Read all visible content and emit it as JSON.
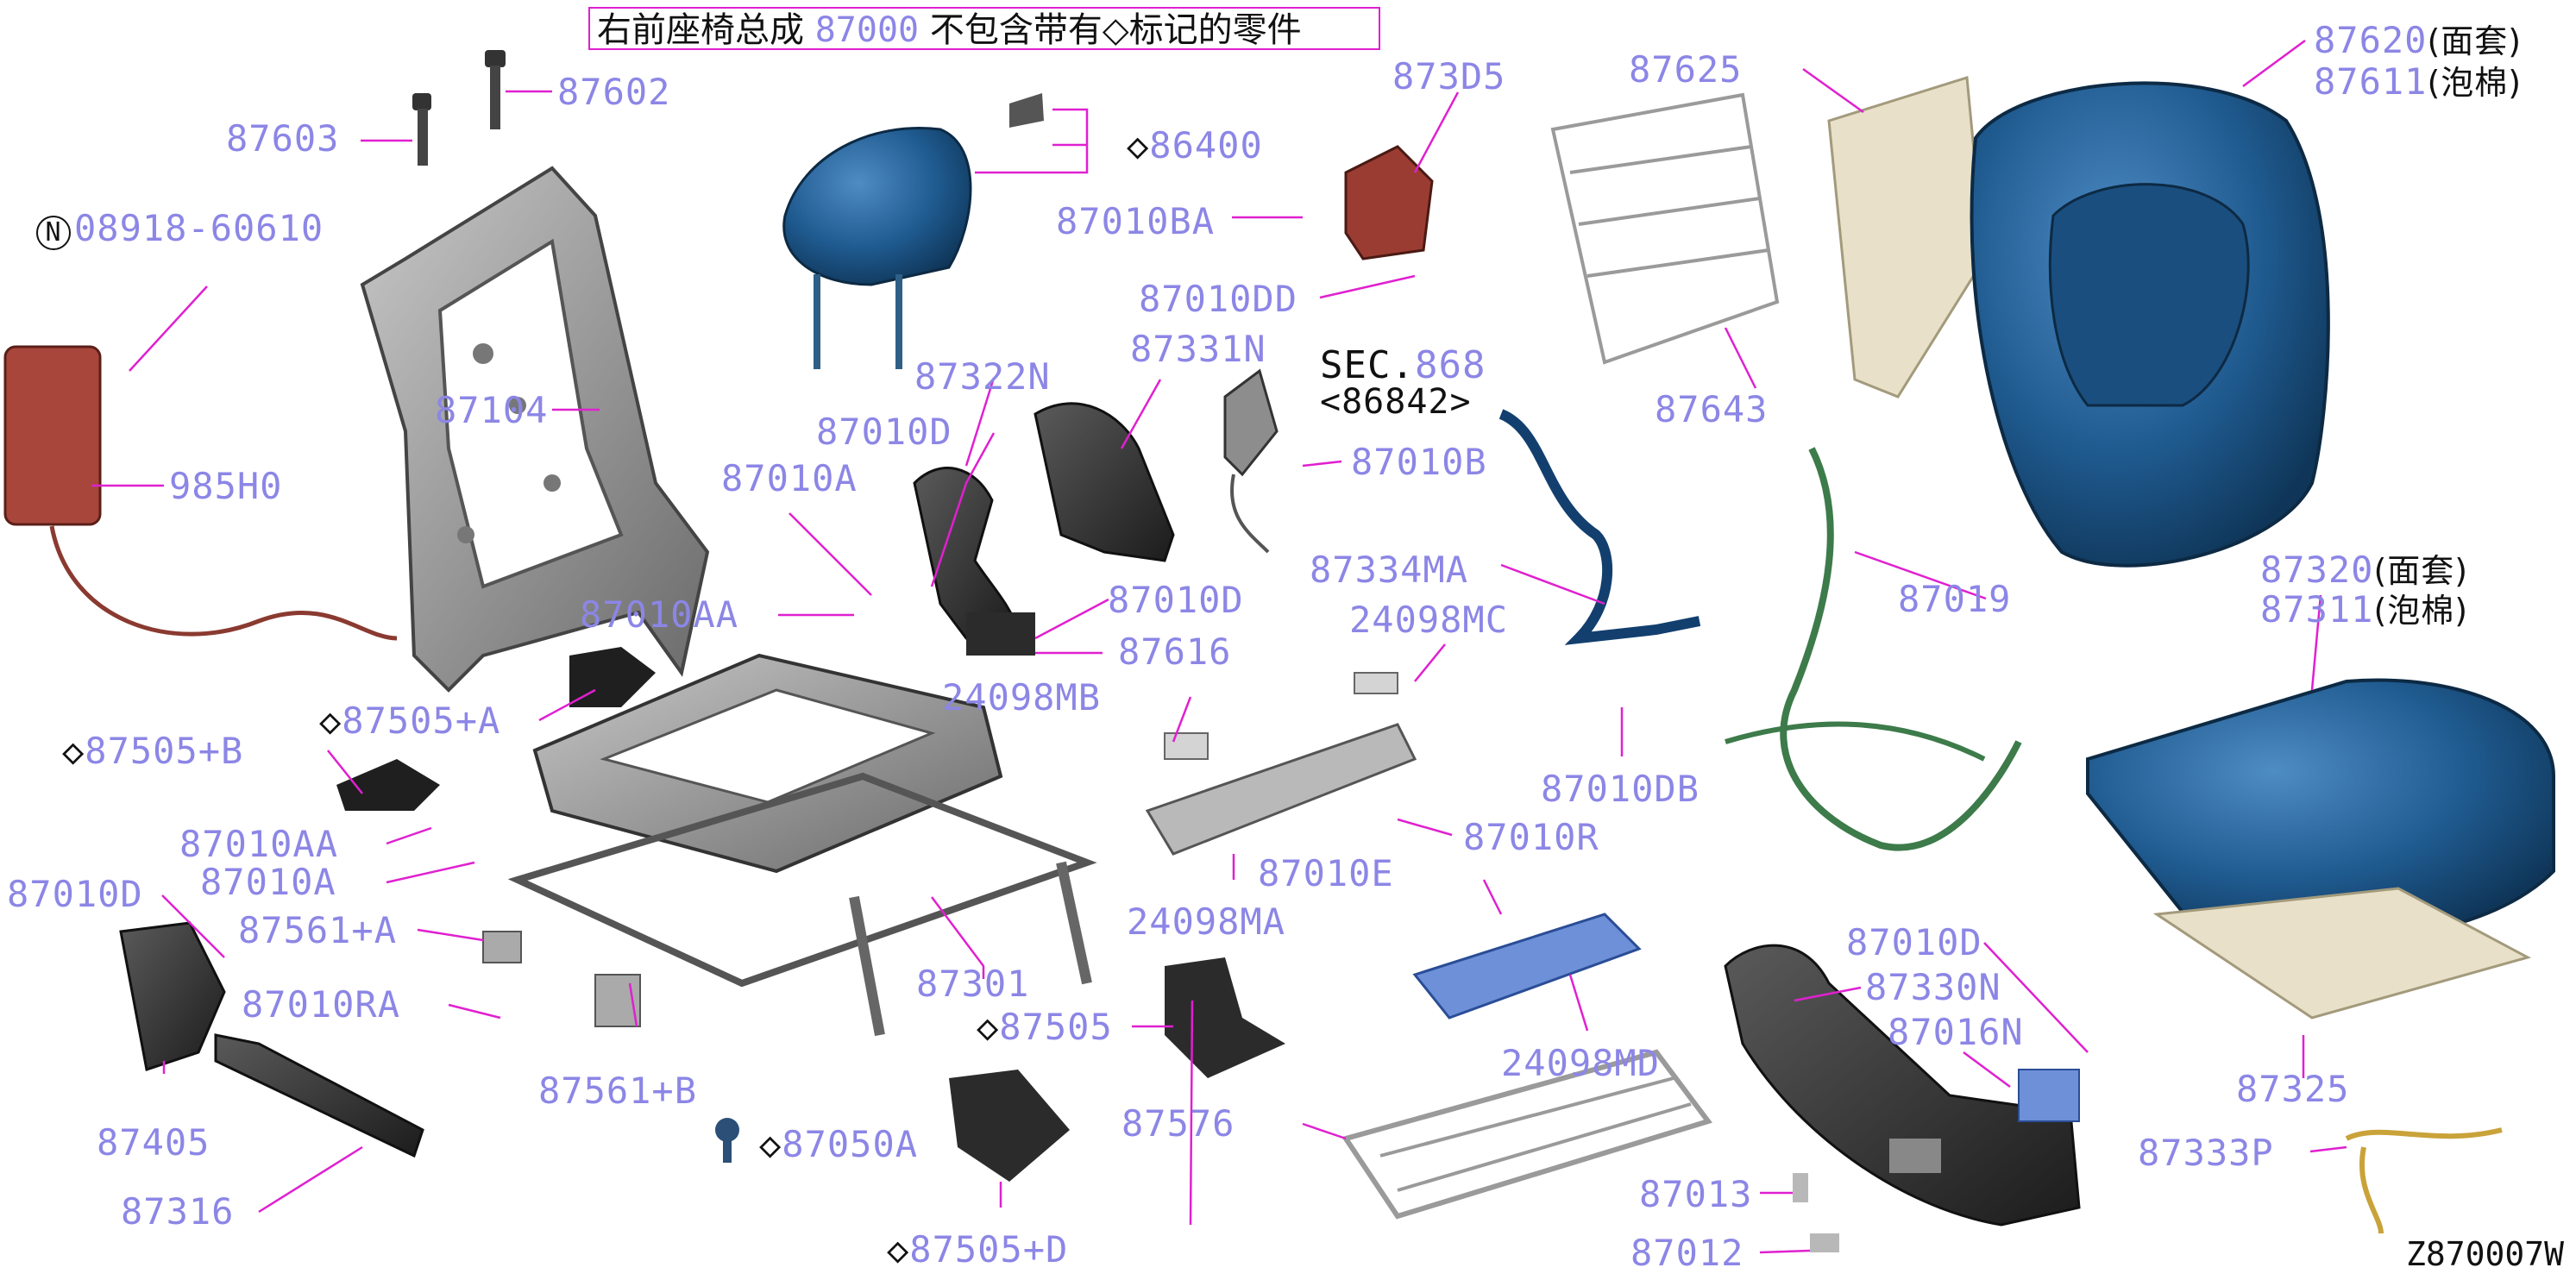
{
  "title": {
    "prefix": "右前座椅总成 ",
    "number": "87000",
    "suffix": " 不包含带有◇标记的零件"
  },
  "diagram_code": "Z870007W",
  "labels": {
    "p87603": "87603",
    "p87602": "87602",
    "p08918": "08918-60610",
    "p87104": "87104",
    "p985H0": "985H0",
    "p86400": "86400",
    "p873D5": "873D5",
    "p87010BA": "87010BA",
    "p87010DD": "87010DD",
    "p87322N": "87322N",
    "p87331N": "87331N",
    "p87010D_a": "87010D",
    "p87010A_a": "87010A",
    "sec1": "SEC.",
    "sec2": "868",
    "sec3": "<86842>",
    "p87010B": "87010B",
    "p87010AA_a": "87010AA",
    "p87010D_b": "87010D",
    "p87616": "87616",
    "p87505A": "87505+A",
    "p87505B": "87505+B",
    "p87010AA_b": "87010AA",
    "p87010A_b": "87010A",
    "p87010D_c": "87010D",
    "p87561A": "87561+A",
    "p87010RA": "87010RA",
    "p87561B": "87561+B",
    "p87405": "87405",
    "p87316": "87316",
    "p87301": "87301",
    "p87505": "87505",
    "p87050A": "87050A",
    "p87505D": "87505+D",
    "p24098MB": "24098MB",
    "p24098MA": "24098MA",
    "p87334MA": "87334MA",
    "p24098MC": "24098MC",
    "p87010DB": "87010DB",
    "p87010R": "87010R",
    "p87010E": "87010E",
    "p24098MD": "24098MD",
    "p87576": "87576",
    "p87625": "87625",
    "p87643": "87643",
    "p87620": "87620",
    "p87620s": "(面套)",
    "p87611": "87611",
    "p87611s": "(泡棉)",
    "p87019": "87019",
    "p87320": "87320",
    "p87320s": "(面套)",
    "p87311": "87311",
    "p87311s": "(泡棉)",
    "p87325": "87325",
    "p87010D_d": "87010D",
    "p87330N": "87330N",
    "p87016N": "87016N",
    "p87333P": "87333P",
    "p87013": "87013",
    "p87012": "87012"
  },
  "markers": {
    "diamond": "◇",
    "circle_n": "N"
  },
  "colors": {
    "label": "#8c86e6",
    "leader": "#e020d0",
    "title_border": "#e020d0",
    "foam_blue": "#1f5a8f",
    "frame_gray": "#8d8d8d",
    "harness_green": "#3d7b4a",
    "airbag_red": "#a8463c",
    "pad_beige": "#e8e0c8",
    "trim_black": "#2b2b2b"
  }
}
